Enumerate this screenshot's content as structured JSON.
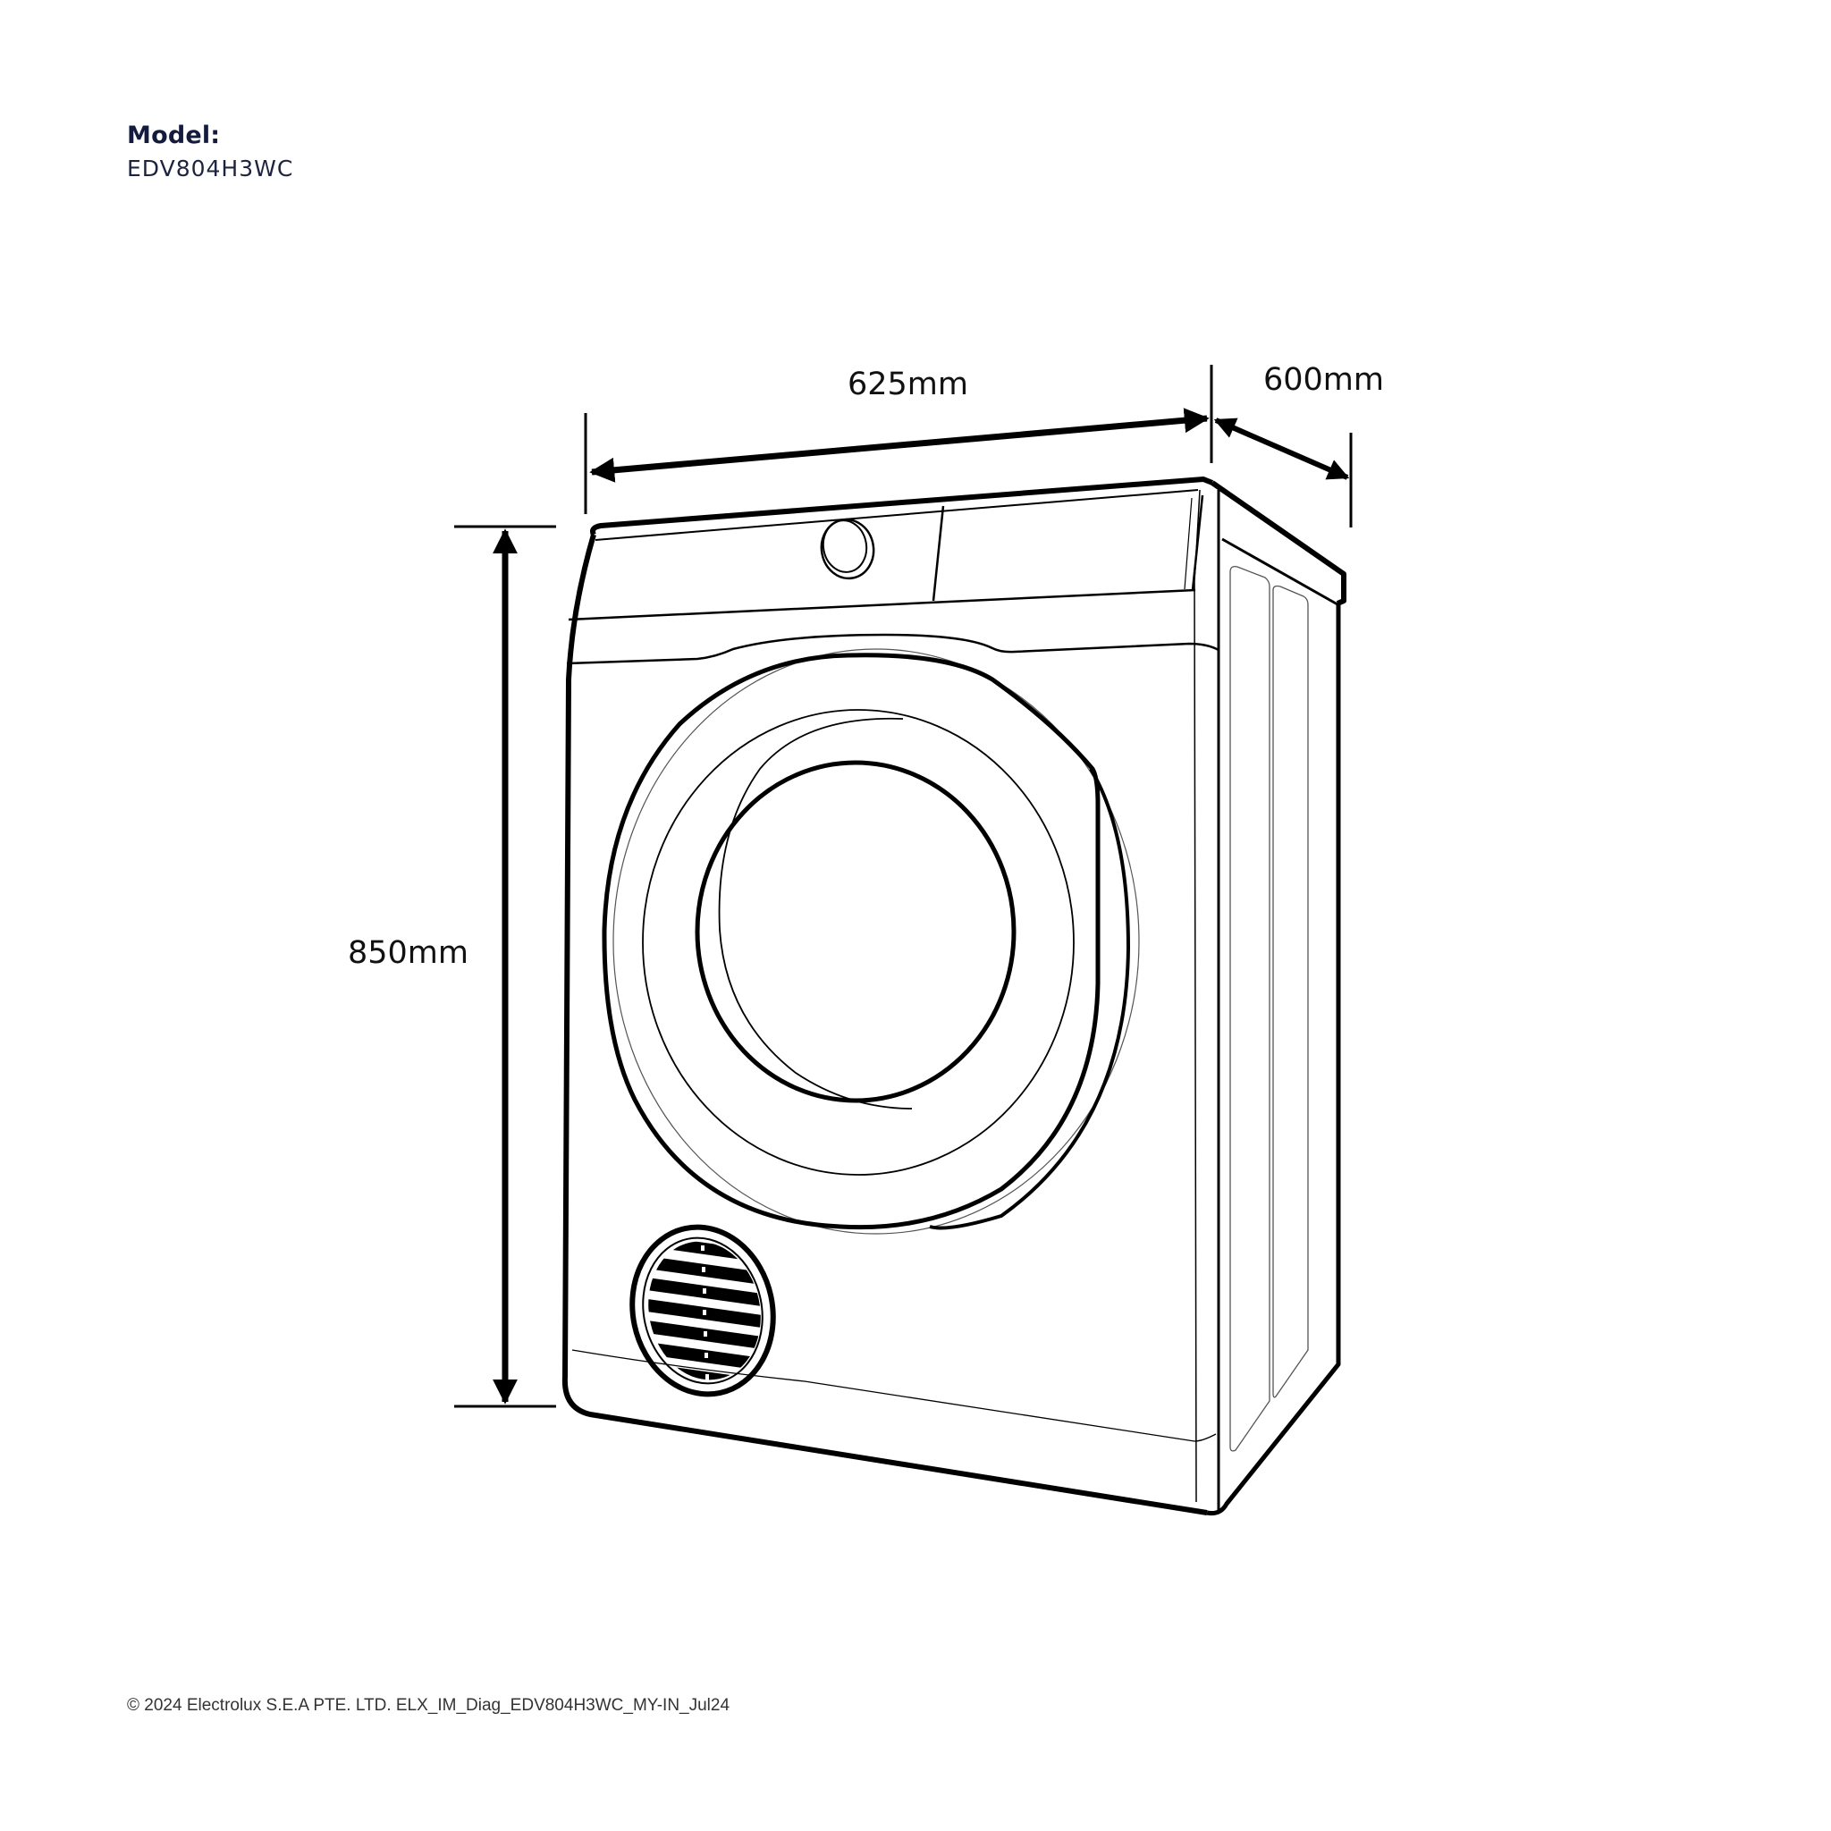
{
  "header": {
    "model_label": "Model:",
    "model_value": "EDV804H3WC"
  },
  "dimensions": {
    "width": "625mm",
    "depth": "600mm",
    "height": "850mm"
  },
  "footer": {
    "copyright": "© 2024 Electrolux S.E.A PTE. LTD. ELX_IM_Diag_EDV804H3WC_MY-IN_Jul24"
  },
  "colors": {
    "title": "#141b3d",
    "line": "#000000",
    "background": "#ffffff"
  }
}
